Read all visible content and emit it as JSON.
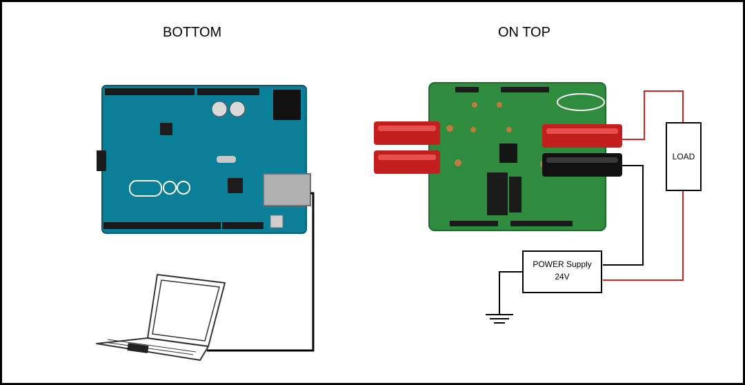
{
  "titles": {
    "bottom": "BOTTOM",
    "top": "ON TOP"
  },
  "components": {
    "load": "LOAD",
    "power_supply": {
      "line1": "POWER Supply",
      "line2": "24V"
    }
  },
  "colors": {
    "arduino_blue": "#0b7f98",
    "pcb_green": "#2f8c3e",
    "wire_red": "#d42020",
    "wire_black": "#000000"
  }
}
